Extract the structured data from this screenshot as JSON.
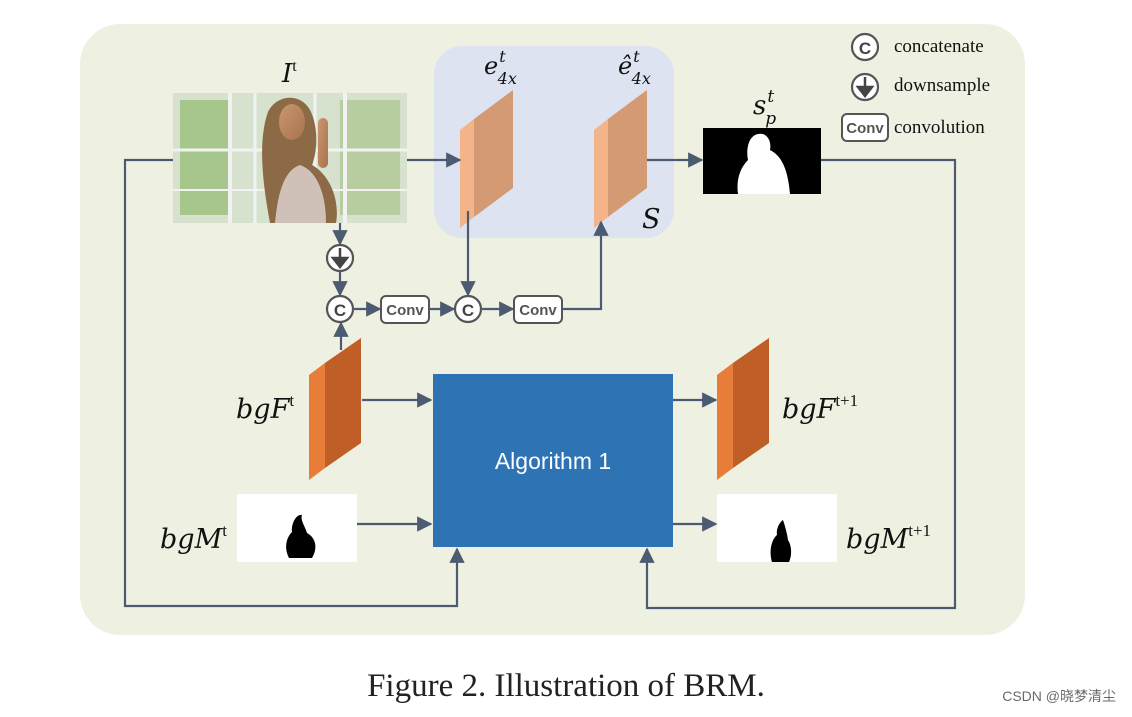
{
  "figure": {
    "legend": {
      "concatenate": {
        "symbol": "C",
        "label": "concatenate"
      },
      "downsample": {
        "icon": "down-arrow-circle-icon",
        "label": "downsample"
      },
      "convolution": {
        "symbol": "Conv",
        "label": "convolution"
      }
    },
    "labels": {
      "input_base": "I",
      "input_sup": "t",
      "e_base": "e",
      "e_sup": "t",
      "e_sub": "4x",
      "ehat_base": "ê",
      "ehat_sup": "t",
      "ehat_sub": "4x",
      "s_label": "S",
      "sp_base": "s",
      "sp_sup": "t",
      "sp_sub": "p",
      "bgF_base": "bgF",
      "bgF_sup": "t",
      "bgF_next_base": "bgF",
      "bgF_next_sup": "t+1",
      "bgM_base": "bgM",
      "bgM_sup": "t",
      "bgM_next_base": "bgM",
      "bgM_next_sup": "t+1"
    },
    "ops": {
      "concat_symbol": "C",
      "conv_label": "Conv"
    },
    "algorithm_label": "Algorithm 1",
    "colors": {
      "panel": "#eef1e1",
      "s_box": "#dde3f1",
      "slab_light": "#f4b48a",
      "slab_light_side": "#d49a74",
      "slab_dark": "#e87d3a",
      "slab_dark_side": "#bf5e27",
      "algorithm": "#2e74b5",
      "arrow": "#4c5b72"
    }
  },
  "caption": "Figure 2. Illustration of BRM.",
  "watermark": "CSDN @晓梦清尘"
}
